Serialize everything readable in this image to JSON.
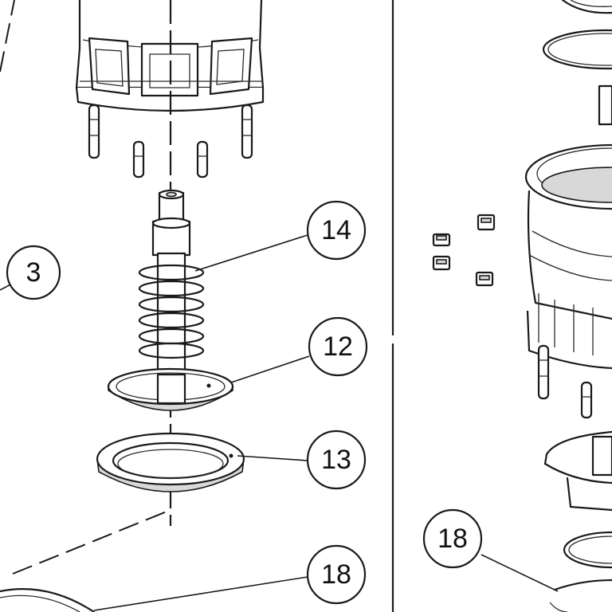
{
  "callouts": [
    {
      "id": "14",
      "label": "14"
    },
    {
      "id": "12",
      "label": "12"
    },
    {
      "id": "13",
      "label": "13"
    },
    {
      "id": "3",
      "label": "3"
    },
    {
      "id": "18-left",
      "label": "18"
    },
    {
      "id": "18-right",
      "label": "18"
    }
  ],
  "colors": {
    "line": "#1a1a1a",
    "paper": "#ffffff",
    "shade": "#d8d8d8"
  }
}
